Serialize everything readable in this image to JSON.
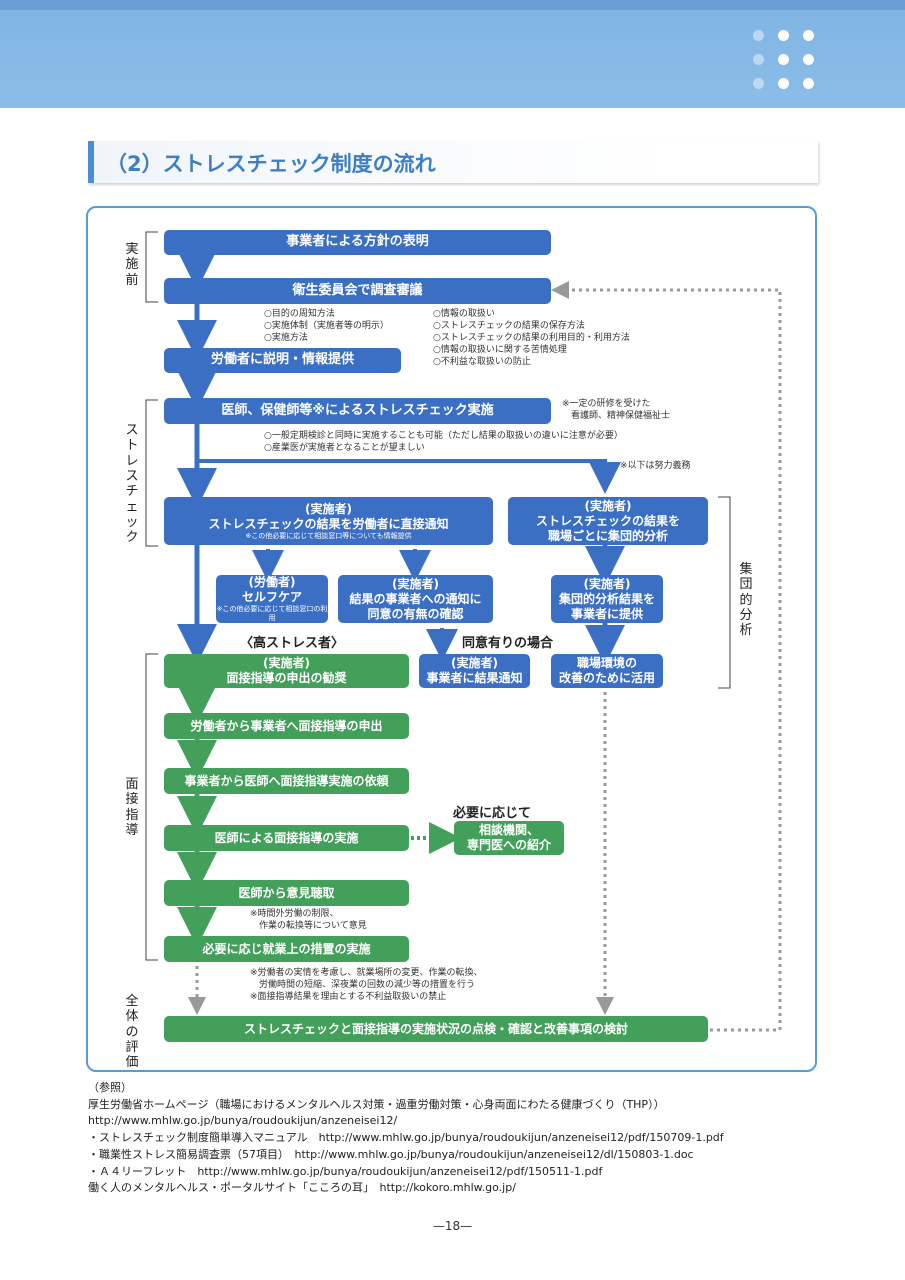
{
  "section_title": "（2）ストレスチェック制度の流れ",
  "phases": {
    "before": "実施前",
    "stress_check": "ストレスチェック",
    "interview": "面接指導",
    "evaluation": "全体の評価",
    "group_analysis": "集団的分析"
  },
  "boxes": {
    "policy": "事業者による方針の表明",
    "committee": "衛生委員会で調査審議",
    "explain": "労働者に説明・情報提供",
    "implement": "医師、保健師等※によるストレスチェック実施",
    "notify_title": "(実施者)",
    "notify_main": "ストレスチェックの結果を労働者に直接通知",
    "notify_sub": "※この他必要に応じて相談窓口等についても情報提供",
    "group_title": "(実施者)",
    "group_main1": "ストレスチェックの結果を",
    "group_main2": "職場ごとに集団的分析",
    "selfcare_title": "(労働者)",
    "selfcare_main": "セルフケア",
    "selfcare_sub": "※この他必要に応じて相談窓口の利用",
    "consent_title": "(実施者)",
    "consent_main1": "結果の事業者への通知に",
    "consent_main2": "同意の有無の確認",
    "group_provide_title": "(実施者)",
    "group_provide_main1": "集団的分析結果を",
    "group_provide_main2": "事業者に提供",
    "recommend_title": "(実施者)",
    "recommend_main": "面接指導の申出の勧奨",
    "result_notify_title": "(実施者)",
    "result_notify_main": "事業者に結果通知",
    "workplace1": "職場環境の",
    "workplace2": "改善のために活用",
    "request": "労働者から事業者へ面接指導の申出",
    "ask_doctor": "事業者から医師へ面接指導実施の依頼",
    "conduct": "医師による面接指導の実施",
    "referral1": "相談機関、",
    "referral2": "専門医への紹介",
    "opinion": "医師から意見聴取",
    "measures": "必要に応じ就業上の措置の実施",
    "review": "ストレスチェックと面接指導の実施状況の点検・確認と改善事項の検討"
  },
  "notes": {
    "committee_left": "○目的の周知方法\n○実施体制（実施者等の明示）\n○実施方法",
    "committee_right": "○情報の取扱い\n○ストレスチェックの結果の保存方法\n○ストレスチェックの結果の利用目的・利用方法\n○情報の取扱いに関する苦情処理\n○不利益な取扱いの防止",
    "trained": "※一定の研修を受けた\n　看護師、精神保健福祉士",
    "implement_notes": "○一般定期検診と同時に実施することも可能（ただし結果の取扱いの違いに注意が必要）\n○産業医が実施者となることが望ましい",
    "effort": "※以下は努力義務",
    "opinion_note": "※時間外労働の制限、\n　作業の転換等について意見",
    "measures_note": "※労働者の実情を考慮し、就業場所の変更、作業の転換、\n　労働時間の短縮、深夜業の回数の減少等の措置を行う\n※面接指導結果を理由とする不利益取扱いの禁止"
  },
  "labels": {
    "high_stress": "〈高ストレス者〉",
    "consent_case": "同意有りの場合",
    "as_needed": "必要に応じて"
  },
  "references": {
    "heading": "（参照）",
    "lines": [
      "厚生労働省ホームページ（職場におけるメンタルヘルス対策・過重労働対策・心身両面にわたる健康づくり（THP））",
      "http://www.mhlw.go.jp/bunya/roudoukijun/anzeneisei12/",
      "・ストレスチェック制度簡単導入マニュアル　http://www.mhlw.go.jp/bunya/roudoukijun/anzeneisei12/pdf/150709-1.pdf",
      "・職業性ストレス簡易調査票（57項目）　http://www.mhlw.go.jp/bunya/roudoukijun/anzeneisei12/dl/150803-1.doc",
      "・Ａ４リーフレット　http://www.mhlw.go.jp/bunya/roudoukijun/anzeneisei12/pdf/150511-1.pdf",
      "働く人のメンタルヘルス・ポータルサイト「こころの耳」　http://kokoro.mhlw.go.jp/"
    ]
  },
  "page_number": "—18—",
  "colors": {
    "blue_box": "#3b6fc4",
    "green_box": "#42a05a",
    "frame": "#5b9bd5",
    "header": "#8cbde8"
  }
}
